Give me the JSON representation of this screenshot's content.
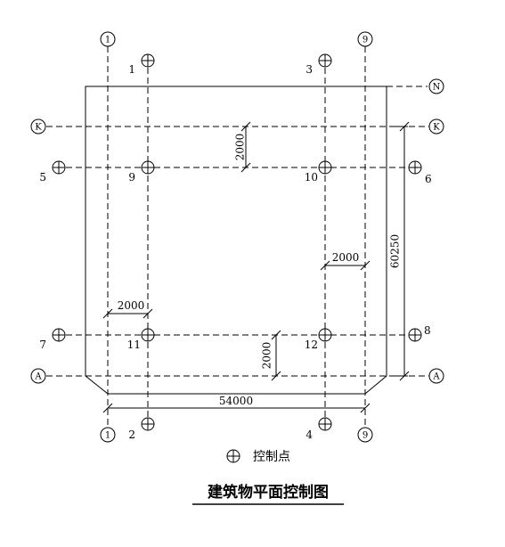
{
  "axes": {
    "col_1_top": "1",
    "col_9_top": "9",
    "col_1_bottom": "1",
    "col_9_bottom": "9",
    "row_n_right": "N",
    "row_k_left": "K",
    "row_k_right": "K",
    "row_a_left": "A",
    "row_a_right": "A"
  },
  "control_points": {
    "p1": "1",
    "p2": "2",
    "p3": "3",
    "p4": "4",
    "p5": "5",
    "p6": "6",
    "p7": "7",
    "p8": "8",
    "p9": "9",
    "p10": "10",
    "p11": "11",
    "p12": "12"
  },
  "dimensions": {
    "offset_top": "2000",
    "offset_right": "2000",
    "offset_left": "2000",
    "offset_bottom": "2000",
    "height": "60250",
    "width": "54000"
  },
  "legend": {
    "label": "控制点"
  },
  "title": "建筑物平面控制图"
}
